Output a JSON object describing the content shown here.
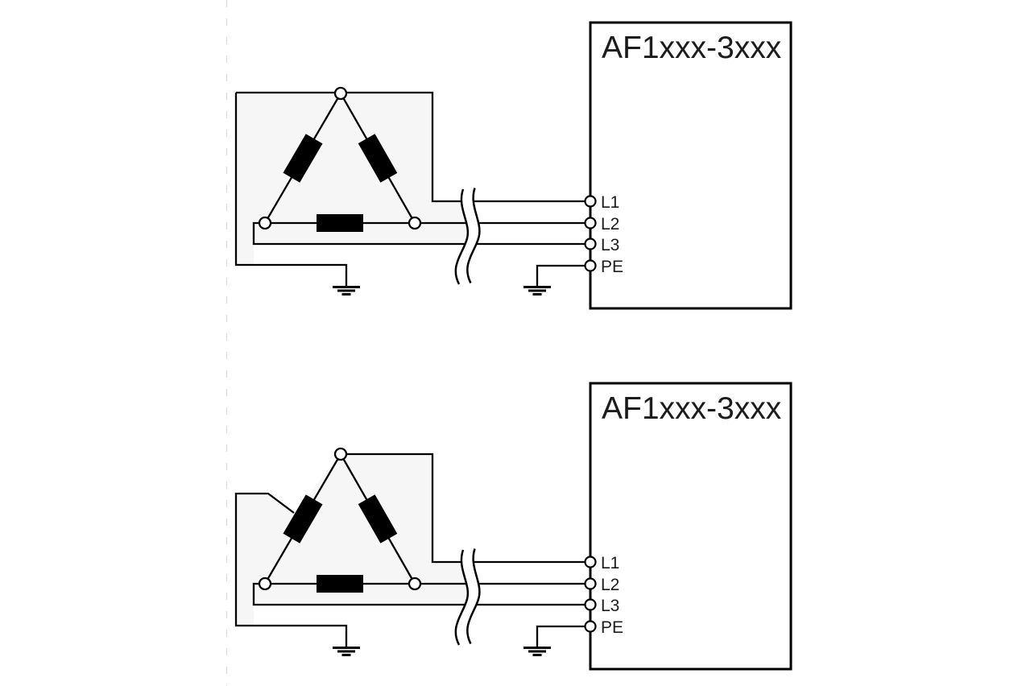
{
  "colors": {
    "background": "#ffffff",
    "line": "#000000",
    "text": "#1c1c1c",
    "winding_fill": "#000000",
    "node_fill": "#ffffff",
    "loop_tint": "#f6f6f6",
    "scan_artifact": "#c9c9c9"
  },
  "icons": {
    "earth_ground_icon": "⏚",
    "cable_break_icon": "≀≀",
    "connection_node_icon": "○",
    "terminal_node_icon": "○",
    "winding_icon": "▮"
  },
  "diagrams": [
    {
      "device_label": "AF1xxx-3xxx",
      "terminals": [
        {
          "label": "L1"
        },
        {
          "label": "L2"
        },
        {
          "label": "L3"
        },
        {
          "label": "PE"
        }
      ]
    },
    {
      "device_label": "AF1xxx-3xxx",
      "terminals": [
        {
          "label": "L1"
        },
        {
          "label": "L2"
        },
        {
          "label": "L3"
        },
        {
          "label": "PE"
        }
      ]
    }
  ]
}
